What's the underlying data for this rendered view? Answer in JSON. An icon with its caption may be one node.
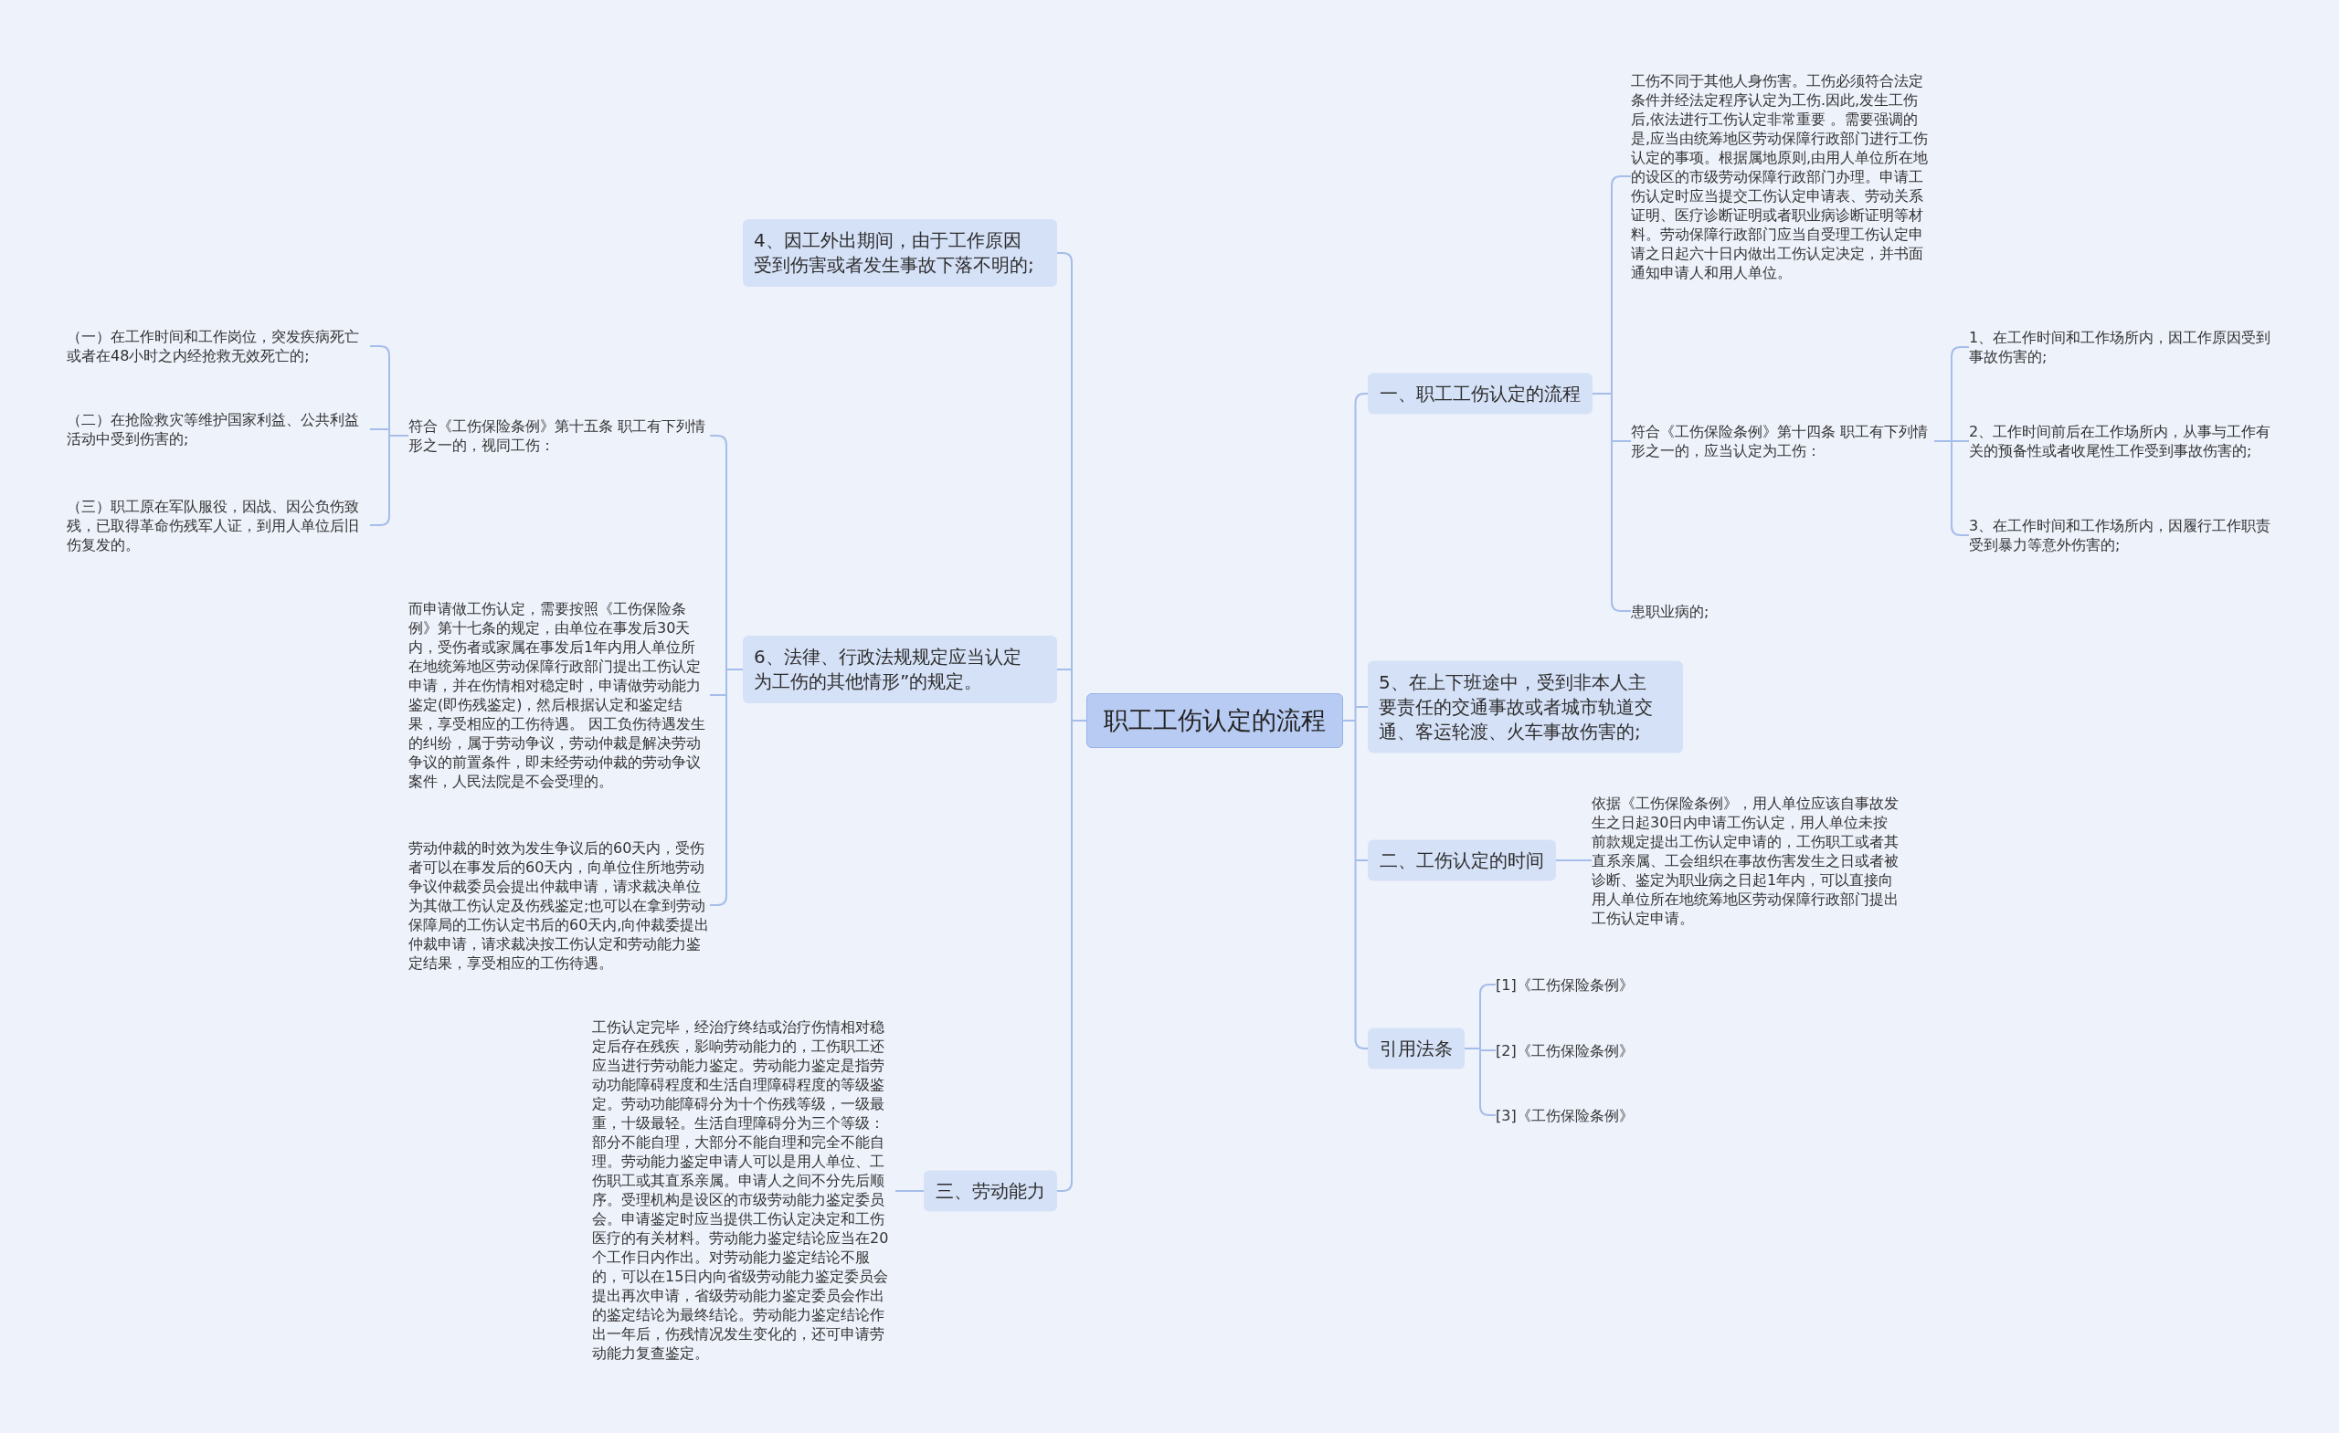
{
  "diagram": {
    "nodes": [
      {
        "text": [
          "职工工伤认定的流程"
        ]
      },
      {
        "text": [
          "一、职工工伤认定的流程"
        ]
      },
      {
        "text": [
          "工伤不同于其他人身伤害。工伤必须符合法定条件并经法定程序认定为工伤.因此,发生工伤后,依法进行工伤认定非常重要 。需要强调的是,应当由统筹地区劳动保障行政部门进行工伤认定的事项。根据属地原则,由用人单位所在地的设区的市级劳动保障行政部门办理。申请工伤认定时应当提交工伤认定申请表、劳动关系证明、医疗诊断证明或者职业病诊断证明等材料。劳动保障行政部门应当自受理工伤认定申请之日起六十日内做出工伤认定决定，并书面通知申请人和用人单位。"
        ]
      },
      {
        "text": [
          "符合《工伤保险条例》第十四条 职工有下列情形之一的，应当认定为工伤："
        ]
      },
      {
        "text": [
          "1、在工作时间和工作场所内，因工作原因受到事故伤害的;"
        ]
      },
      {
        "text": [
          "2、工作时间前后在工作场所内，从事与工作有关的预备性或者收尾性工作受到事故伤害的;"
        ]
      },
      {
        "text": [
          "3、在工作时间和工作场所内，因履行工作职责受到暴力等意外伤害的;"
        ]
      },
      {
        "text": [
          "患职业病的;"
        ]
      },
      {
        "text": [
          "5、在上下班途中，受到非本人主要责任的交通事故或者城市轨道交通、客运轮渡、火车事故伤害的;"
        ]
      },
      {
        "text": [
          "二、工伤认定的时间"
        ]
      },
      {
        "text": [
          "依据《工伤保险条例》，用人单位应该自事故发生之日起30日内申请工伤认定，用人单位未按前款规定提出工伤认定申请的，工伤职工或者其直系亲属、工会组织在事故伤害发生之日或者被诊断、鉴定为职业病之日起1年内，可以直接向用人单位所在地统筹地区劳动保障行政部门提出工伤认定申请。"
        ]
      },
      {
        "text": [
          "引用法条"
        ]
      },
      {
        "text": [
          "[1]《工伤保险条例》"
        ]
      },
      {
        "text": [
          "[2]《工伤保险条例》"
        ]
      },
      {
        "text": [
          "[3]《工伤保险条例》"
        ]
      },
      {
        "text": [
          "4、因工外出期间，由于工作原因受到伤害或者发生事故下落不明的;"
        ]
      },
      {
        "text": [
          "6、法律、行政法规规定应当认定为工伤的其他情形”的规定。"
        ]
      },
      {
        "text": [
          "符合《工伤保险条例》第十五条 职工有下列情形之一的，视同工伤："
        ]
      },
      {
        "text": [
          "（一）在工作时间和工作岗位，突发疾病死亡或者在48小时之内经抢救无效死亡的;"
        ]
      },
      {
        "text": [
          "（二）在抢险救灾等维护国家利益、公共利益活动中受到伤害的;"
        ]
      },
      {
        "text": [
          "（三）职工原在军队服役，因战、因公负伤致残，已取得革命伤残军人证，到用人单位后旧伤复发的。"
        ]
      },
      {
        "text": [
          "而申请做工伤认定，需要按照《工伤保险条例》第十七条的规定，由单位在事发后30天内，受伤者或家属在事发后1年内用人单位所在地统筹地区劳动保障行政部门提出工伤认定申请，并在伤情相对稳定时，申请做劳动能力鉴定(即伤残鉴定)，然后根据认定和鉴定结果，享受相应的工伤待遇。 因工负伤待遇发生的纠纷，属于劳动争议，劳动仲裁是解决劳动争议的前置条件，即未经劳动仲裁的劳动争议案件，人民法院是不会受理的。"
        ]
      },
      {
        "text": [
          "劳动仲裁的时效为发生争议后的60天内，受伤者可以在事发后的60天内，向单位住所地劳动争议仲裁委员会提出仲裁申请，请求裁决单位为其做工伤认定及伤残鉴定;也可以在拿到劳动保障局的工伤认定书后的60天内,向仲裁委提出仲裁申请，请求裁决按工伤认定和劳动能力鉴定结果，享受相应的工伤待遇。"
        ]
      },
      {
        "text": [
          "三、劳动能力"
        ]
      },
      {
        "text": [
          "工伤认定完毕，经治疗终结或治疗伤情相对稳定后存在残疾，影响劳动能力的，工伤职工还应当进行劳动能力鉴定。劳动能力鉴定是指劳动功能障碍程度和生活自理障碍程度的等级鉴定。劳动功能障碍分为十个伤残等级，一级最重，十级最轻。生活自理障碍分为三个等级：部分不能自理，大部分不能自理和完全不能自理。劳动能力鉴定申请人可以是用人单位、工伤职工或其直系亲属。申请人之间不分先后顺序。受理机构是设区的市级劳动能力鉴定委员会。申请鉴定时应当提供工伤认定决定和工伤医疗的有关材料。劳动能力鉴定结论应当在20个工作日内作出。对劳动能力鉴定结论不服的，可以在15日内向省级劳动能力鉴定委员会提出再次申请，省级劳动能力鉴定委员会作出的鉴定结论为最终结论。劳动能力鉴定结论作出一年后，伤残情况发生变化的，还可申请劳动能力复查鉴定。"
        ]
      }
    ],
    "edges": [
      {
        "from": 0,
        "to": 1,
        "arrow": "none"
      },
      {
        "from": 1,
        "to": 2,
        "arrow": "none"
      },
      {
        "from": 1,
        "to": 3,
        "arrow": "none"
      },
      {
        "from": 3,
        "to": 4,
        "arrow": "none"
      },
      {
        "from": 3,
        "to": 5,
        "arrow": "none"
      },
      {
        "from": 3,
        "to": 6,
        "arrow": "none"
      },
      {
        "from": 1,
        "to": 7,
        "arrow": "none"
      },
      {
        "from": 0,
        "to": 8,
        "arrow": "none"
      },
      {
        "from": 0,
        "to": 9,
        "arrow": "none"
      },
      {
        "from": 9,
        "to": 10,
        "arrow": "none"
      },
      {
        "from": 0,
        "to": 11,
        "arrow": "none"
      },
      {
        "from": 11,
        "to": 12,
        "arrow": "none"
      },
      {
        "from": 11,
        "to": 13,
        "arrow": "none"
      },
      {
        "from": 11,
        "to": 14,
        "arrow": "none"
      },
      {
        "from": 0,
        "to": 15,
        "arrow": "none"
      },
      {
        "from": 0,
        "to": 16,
        "arrow": "none"
      },
      {
        "from": 16,
        "to": 17,
        "arrow": "none"
      },
      {
        "from": 17,
        "to": 18,
        "arrow": "none"
      },
      {
        "from": 17,
        "to": 19,
        "arrow": "none"
      },
      {
        "from": 17,
        "to": 20,
        "arrow": "none"
      },
      {
        "from": 16,
        "to": 21,
        "arrow": "none"
      },
      {
        "from": 16,
        "to": 22,
        "arrow": "none"
      },
      {
        "from": 0,
        "to": 23,
        "arrow": "none"
      },
      {
        "from": 23,
        "to": 24,
        "arrow": "none"
      }
    ]
  }
}
